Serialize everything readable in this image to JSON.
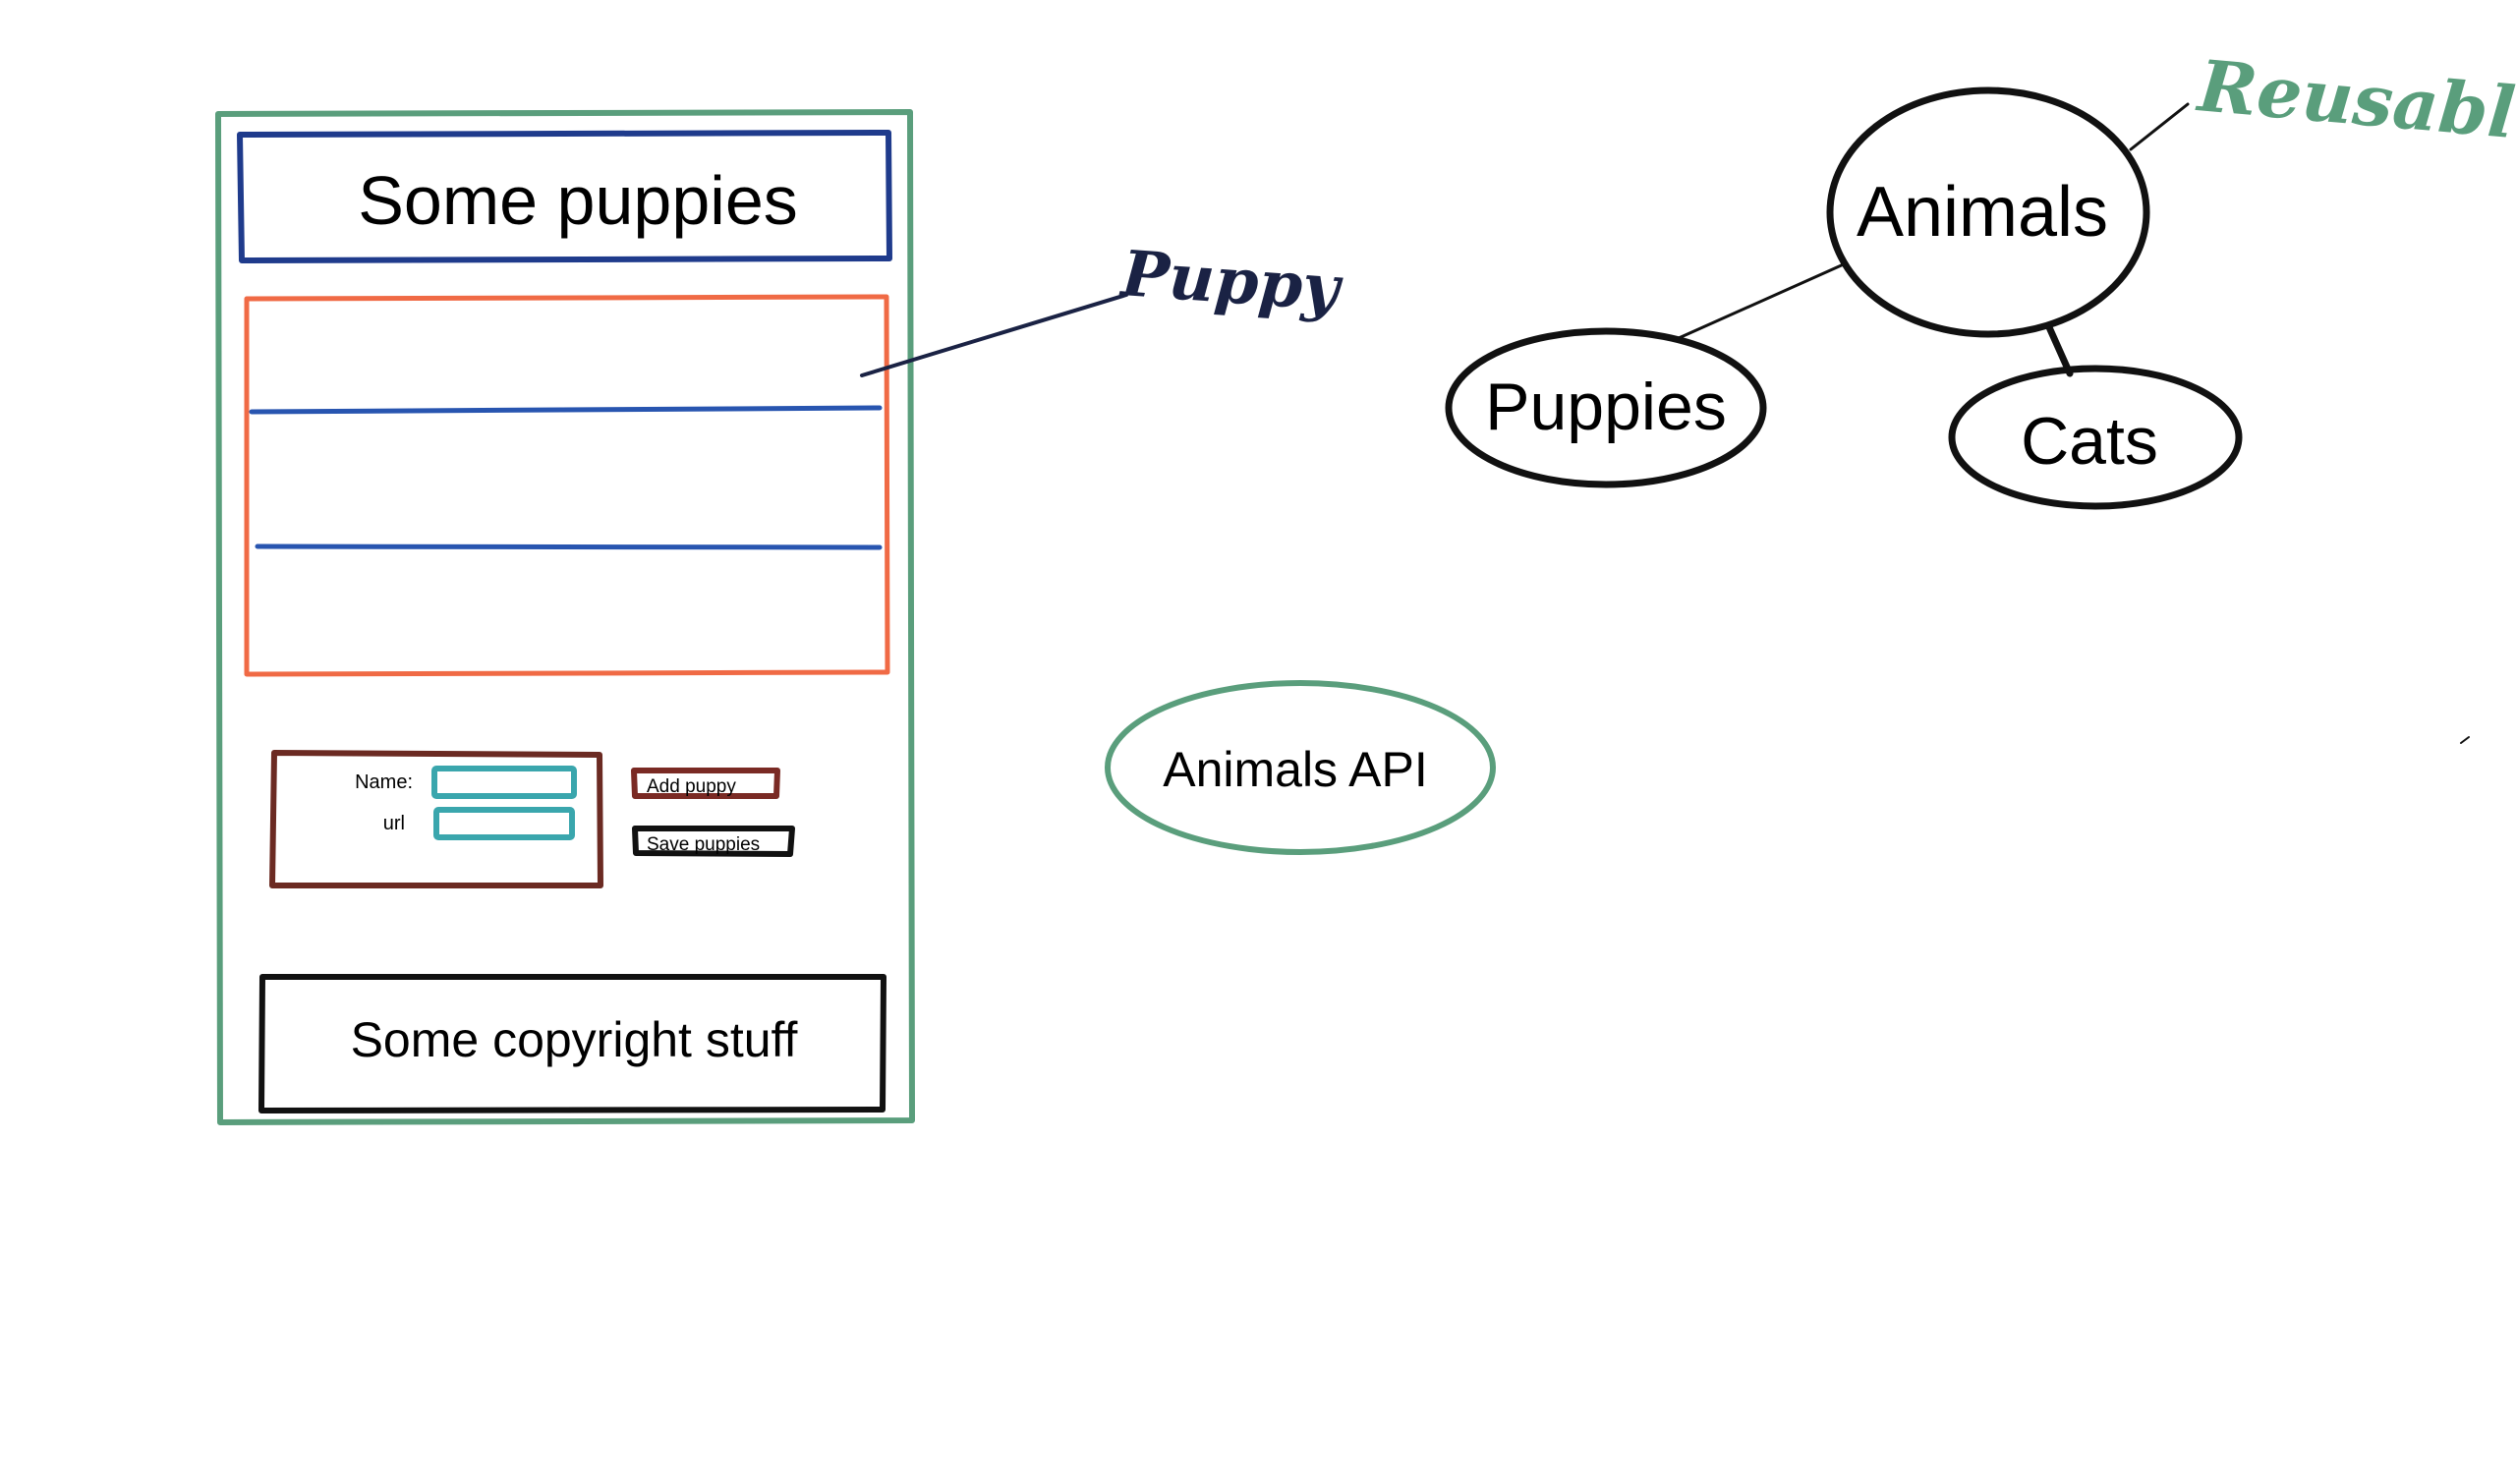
{
  "mockup": {
    "header_title": "Some puppies",
    "form": {
      "name_label": "Name:",
      "url_label": "url"
    },
    "add_button_label": "Add puppy",
    "save_button_label": "Save puppies",
    "footer_text": "Some copyright stuff"
  },
  "annotations": {
    "list_item_note": "Puppy",
    "reusable_note": "Reusable"
  },
  "hierarchy": {
    "root": "Animals",
    "children": [
      "Puppies",
      "Cats"
    ]
  },
  "api_label": "Animals API",
  "colors": {
    "page_outline": "#5a9e7c",
    "header_outline": "#1f3b8c",
    "list_outline": "#f06a45",
    "list_divider": "#2855b0",
    "form_outline": "#6b2a22",
    "input_outline": "#3aa6ad",
    "button_outline_add": "#7a2a24",
    "button_outline_save": "#111111",
    "footer_outline": "#111111",
    "note_ink": "#1a2244",
    "reusable_ink": "#5a9e7c",
    "api_outline": "#5a9e7c"
  }
}
